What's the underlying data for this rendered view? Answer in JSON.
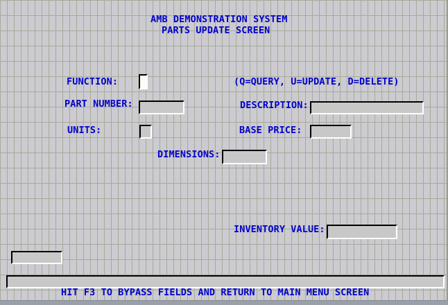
{
  "window": {
    "title_line1": "AMB DEMONSTRATION SYSTEM",
    "title_line2": "PARTS UPDATE SCREEN",
    "footer": "HIT F3 TO BYPASS FIELDS AND RETURN TO MAIN MENU SCREEN"
  },
  "colors": {
    "label_text": "#0000cc",
    "background": "#cbcbd0",
    "grid_line": "#a9a99c",
    "field_fill": "#c8c8c8",
    "active_field_fill": "#fdfdf5",
    "bottom_strip": "#99a0a9"
  },
  "fields": {
    "function": {
      "label": "FUNCTION:",
      "value": "",
      "hint": "(Q=QUERY, U=UPDATE, D=DELETE)"
    },
    "part_number": {
      "label": "PART NUMBER:",
      "value": ""
    },
    "description": {
      "label": "DESCRIPTION:",
      "value": ""
    },
    "units": {
      "label": "UNITS:",
      "value": ""
    },
    "base_price": {
      "label": "BASE PRICE:",
      "value": ""
    },
    "dimensions": {
      "label": "DIMENSIONS:",
      "value": ""
    },
    "inventory_value": {
      "label": "INVENTORY VALUE:",
      "value": ""
    },
    "status_box": {
      "value": ""
    },
    "message_bar": {
      "value": ""
    }
  }
}
